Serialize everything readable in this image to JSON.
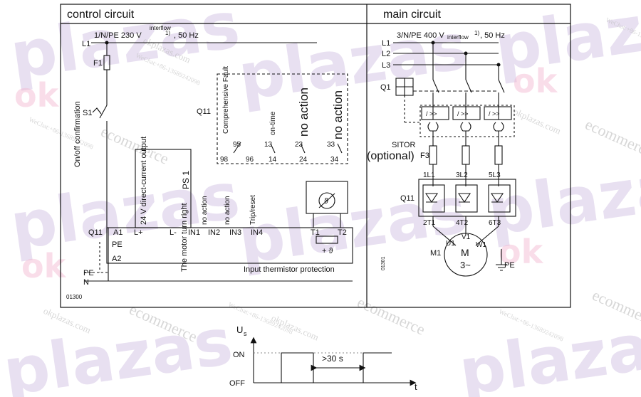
{
  "headers": {
    "control": "control circuit",
    "main": "main circuit"
  },
  "control": {
    "supply": "1/N/PE 230 V",
    "supply_sup": "interflow",
    "supply_note": "1)",
    "supply_freq": ", 50 Hz",
    "L1": "L1",
    "F1": "F1",
    "S1": "S1",
    "onoff": "On/off confirmation",
    "Q11_top": "Q11",
    "fault_label": "Comprehensive Fault",
    "on_time": "on-time",
    "no_action_1": "no action",
    "no_action_2": "no action",
    "contacts": {
      "c95": "95",
      "c13": "13",
      "c23": "23",
      "c33": "33",
      "c98": "98",
      "c96": "96",
      "c14": "14",
      "c24": "24",
      "c34": "34"
    },
    "v24": "24 V direct-current output",
    "ps1": "PS 1",
    "motor": "The motor turn right",
    "na_a": "no action",
    "na_b": "no action",
    "trip": "Trip/reset",
    "Q11_bottom": "Q11",
    "terminals": {
      "A1": "A1",
      "Lp": "L+",
      "Lm": "L-",
      "IN1": "IN1",
      "IN2": "IN2",
      "IN3": "IN3",
      "IN4": "IN4",
      "T1": "T1",
      "T2": "T2",
      "PE": "PE",
      "A2": "A2"
    },
    "pe_rail": "PE",
    "n_rail": "N",
    "thermistor": "Input thermistor protection",
    "theta": "+ ϑ",
    "theta2": "ϑ",
    "code": "01300"
  },
  "main": {
    "supply": "3/N/PE 400 V",
    "supply_sub": "interflow",
    "supply_note": "1)",
    "supply_freq": ", 50 Hz",
    "L1": "L1",
    "L2": "L2",
    "L3": "L3",
    "Q1": "Q1",
    "relay_sym": "/ >>",
    "sitor": "SITOR",
    "optional": "(optional)",
    "F3": "F3",
    "t_in": [
      "1L1",
      "3L2",
      "5L3"
    ],
    "Q11": "Q11",
    "t_out": [
      "2T1",
      "4T2",
      "6T3"
    ],
    "M1": "M1",
    "U1": "U1",
    "V1": "V1",
    "W1": "W1",
    "motor_m": "M",
    "motor_phase": "3~",
    "PE": "PE",
    "code": "01301"
  },
  "timing": {
    "Us": "U",
    "Us_sub": "s",
    "on": "ON",
    "off": "OFF",
    "gap": ">30 s",
    "t": "t"
  },
  "watermarks": {
    "brand": "plazas",
    "brand_ok": "ok",
    "site": "okplazas.com",
    "ecommerce": "ecommerce",
    "wechat": "WeChat:+86-13689242098"
  }
}
